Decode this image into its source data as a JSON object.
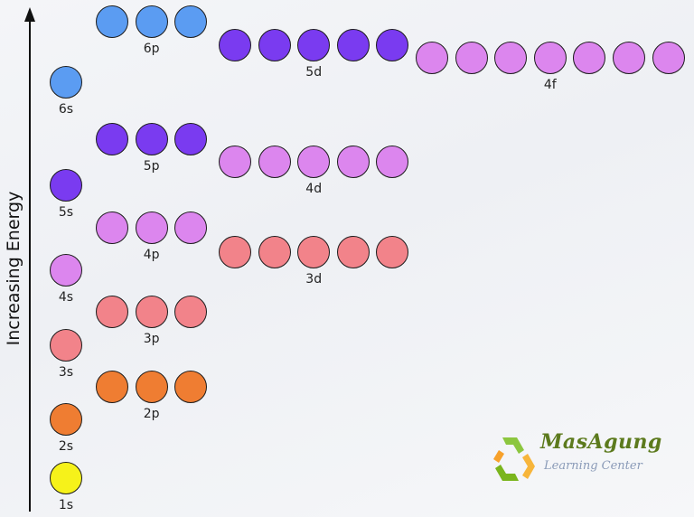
{
  "axis": {
    "label": "Increasing Energy"
  },
  "colors": {
    "1s": "#f6f21a",
    "2s": "#ef7d32",
    "2p": "#ef7d32",
    "3s": "#f2838a",
    "3p": "#f2838a",
    "3d": "#f2838a",
    "4s": "#dc86ee",
    "4p": "#dc86ee",
    "4d": "#dc86ee",
    "4f": "#dc86ee",
    "5s": "#7a3bf0",
    "5p": "#7a3bf0",
    "5d": "#7a3bf0",
    "6s": "#5b9cf2",
    "6p": "#5b9cf2"
  },
  "subshells": [
    {
      "label": "1s",
      "orbitals": 1
    },
    {
      "label": "2s",
      "orbitals": 1
    },
    {
      "label": "2p",
      "orbitals": 3
    },
    {
      "label": "3s",
      "orbitals": 1
    },
    {
      "label": "3p",
      "orbitals": 3
    },
    {
      "label": "3d",
      "orbitals": 5
    },
    {
      "label": "4s",
      "orbitals": 1
    },
    {
      "label": "4p",
      "orbitals": 3
    },
    {
      "label": "4d",
      "orbitals": 5
    },
    {
      "label": "4f",
      "orbitals": 7
    },
    {
      "label": "5s",
      "orbitals": 1
    },
    {
      "label": "5p",
      "orbitals": 3
    },
    {
      "label": "5d",
      "orbitals": 5
    },
    {
      "label": "6s",
      "orbitals": 1
    },
    {
      "label": "6p",
      "orbitals": 3
    }
  ],
  "logo": {
    "brand": "MasAgung",
    "tagline": "Learning Center",
    "icon": "recycle-icon"
  }
}
